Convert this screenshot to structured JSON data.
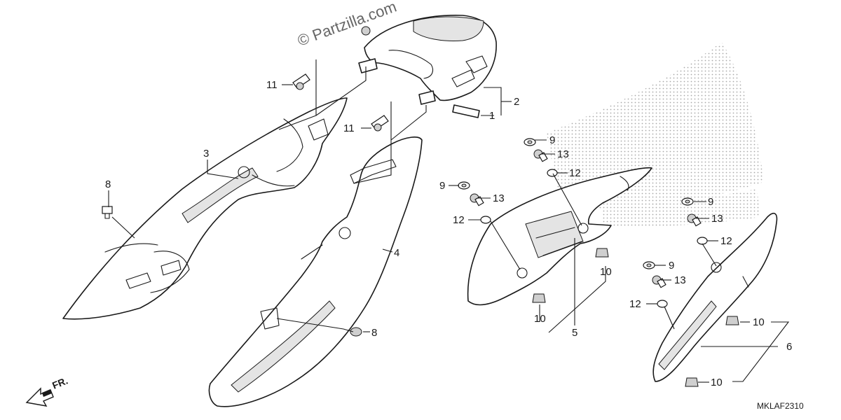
{
  "watermark": "© Partzilla.com",
  "diagram_code": "MKLAF2310",
  "direction_label": "FR.",
  "callouts": {
    "c1": "1",
    "c2": "2",
    "c3": "3",
    "c4": "4",
    "c5": "5",
    "c6": "6",
    "c8a": "8",
    "c8b": "8",
    "c9a": "9",
    "c9b": "9",
    "c9c": "9",
    "c9d": "9",
    "c10a": "10",
    "c10b": "10",
    "c10c": "10",
    "c10d": "10",
    "c11a": "11",
    "c11b": "11",
    "c12a": "12",
    "c12b": "12",
    "c12c": "12",
    "c12d": "12",
    "c13a": "13",
    "c13b": "13",
    "c13c": "13",
    "c13d": "13"
  }
}
